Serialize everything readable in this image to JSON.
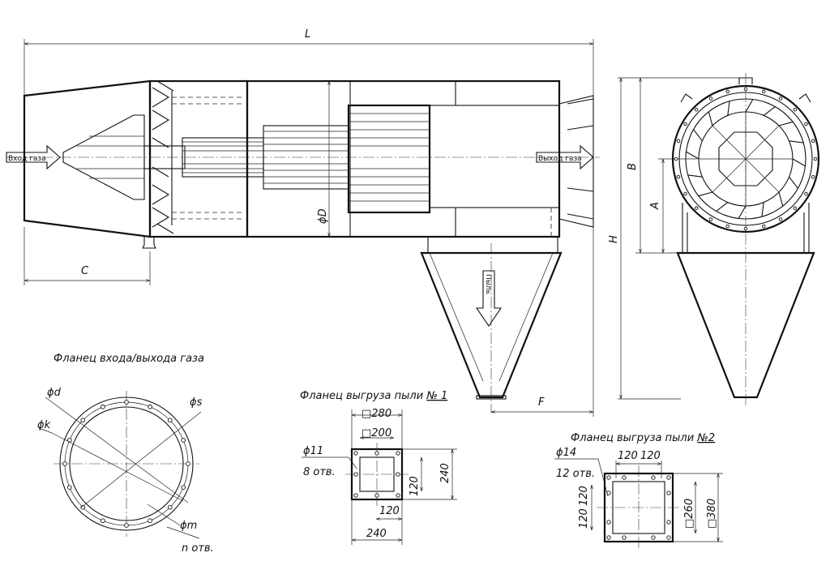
{
  "dimensions": {
    "L": "L",
    "C": "C",
    "D": "ϕD",
    "F": "F",
    "H": "H",
    "A": "A",
    "B": "B"
  },
  "labels": {
    "gas_inlet": "Вход газа",
    "gas_outlet": "Выход газа",
    "dust": "Пыль"
  },
  "flange_gas": {
    "title": "Фланец входа/выхода газа",
    "d": "ϕd",
    "s": "ϕs",
    "k": "ϕk",
    "m": "ϕm",
    "n": "n отв."
  },
  "flange_dust1": {
    "title": "Фланец выгруза пыли",
    "number": "№ 1",
    "outer": "□280",
    "inner": "□200",
    "hole": "ϕ11",
    "holes": "8 отв.",
    "v240": "240",
    "v120": "120",
    "h120": "120",
    "h240": "240"
  },
  "flange_dust2": {
    "title": "Фланец выгруза пыли",
    "number": "№2",
    "hole": "ϕ14",
    "holes": "12 отв.",
    "h120a": "120",
    "h120b": "120",
    "v120a": "120",
    "v120b": "120",
    "inner": "□260",
    "outer": "□380"
  }
}
